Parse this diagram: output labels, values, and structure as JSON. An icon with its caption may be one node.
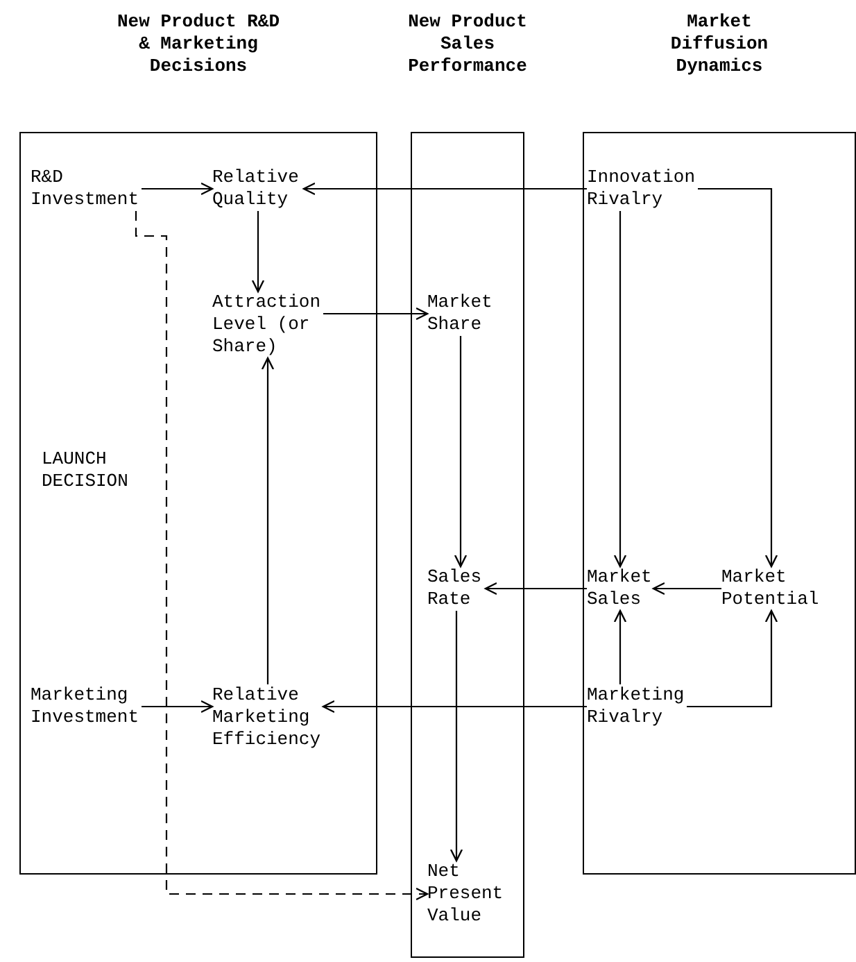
{
  "diagram": {
    "nodes": [
      {
        "text": [
          "New Product R&D & Marketing Decisions"
        ]
      },
      {
        "text": [
          "R&D Investment"
        ],
        "in": 0
      },
      {
        "text": [
          "Relative Quality"
        ],
        "in": 0
      },
      {
        "text": [
          "Attraction Level (or Share)"
        ],
        "in": 0
      },
      {
        "text": [
          "LAUNCH DECISION"
        ],
        "in": 0
      },
      {
        "text": [
          "Marketing Investment"
        ],
        "in": 0
      },
      {
        "text": [
          "Relative Marketing Efficiency"
        ],
        "in": 0
      },
      {
        "text": [
          "New Product Sales Performance"
        ]
      },
      {
        "text": [
          "Market Share"
        ],
        "in": 7
      },
      {
        "text": [
          "Sales Rate"
        ],
        "in": 7
      },
      {
        "text": [
          "Net Present Value"
        ],
        "in": 7
      },
      {
        "text": [
          "Market Diffusion Dynamics"
        ]
      },
      {
        "text": [
          "Innovation Rivalry"
        ],
        "in": 11
      },
      {
        "text": [
          "Market Sales"
        ],
        "in": 11
      },
      {
        "text": [
          "Market Potential"
        ],
        "in": 11
      },
      {
        "text": [
          "Marketing Rivalry"
        ],
        "in": 11
      }
    ],
    "edges": [
      {
        "from": 1,
        "to": 2,
        "arrow": "to"
      },
      {
        "from": 12,
        "to": 2,
        "arrow": "to"
      },
      {
        "from": 2,
        "to": 3,
        "arrow": "to"
      },
      {
        "from": 6,
        "to": 3,
        "arrow": "to"
      },
      {
        "from": 3,
        "to": 8,
        "arrow": "to"
      },
      {
        "from": 8,
        "to": 9,
        "arrow": "to"
      },
      {
        "from": 12,
        "to": 13,
        "arrow": "to"
      },
      {
        "from": 12,
        "to": 14,
        "arrow": "to"
      },
      {
        "from": 14,
        "to": 13,
        "arrow": "to"
      },
      {
        "from": 15,
        "to": 13,
        "arrow": "to"
      },
      {
        "from": 15,
        "to": 14,
        "arrow": "to"
      },
      {
        "from": 13,
        "to": 9,
        "arrow": "to"
      },
      {
        "from": 5,
        "to": 6,
        "arrow": "to"
      },
      {
        "from": 15,
        "to": 6,
        "arrow": "to"
      },
      {
        "from": 9,
        "to": 10,
        "arrow": "to"
      },
      {
        "from": 1,
        "to": 10,
        "arrow": "to",
        "style": "dashed"
      }
    ]
  }
}
